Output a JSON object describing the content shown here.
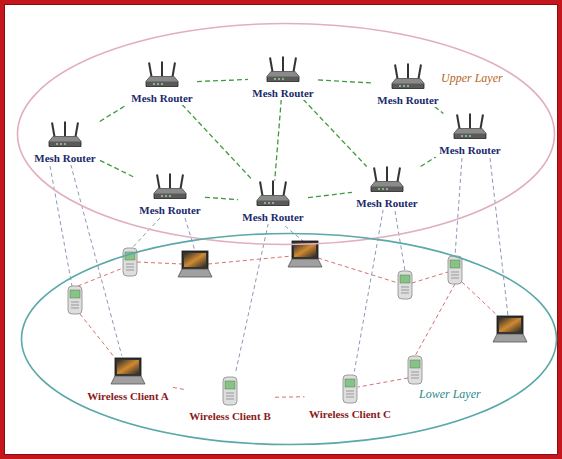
{
  "diagram": {
    "nodes": [
      {
        "text": [
          "Upper Layer"
        ]
      },
      {
        "text": [
          "Mesh Router"
        ],
        "in": 0
      },
      {
        "text": [
          "Mesh Router"
        ],
        "in": 0
      },
      {
        "text": [
          "Mesh Router"
        ],
        "in": 0
      },
      {
        "text": [
          "Mesh Router"
        ],
        "in": 0
      },
      {
        "text": [
          "Mesh Router"
        ],
        "in": 0
      },
      {
        "text": [
          "Mesh Router"
        ],
        "in": 0
      },
      {
        "text": [
          "Mesh Router"
        ],
        "in": 0
      },
      {
        "text": [
          "Mesh Router"
        ],
        "in": 0
      },
      {
        "text": [
          "Lower Layer"
        ]
      },
      {
        "text": [
          "Wireless Client A"
        ],
        "in": 9
      },
      {
        "text": [
          "Wireless Client B"
        ],
        "in": 9
      },
      {
        "text": [
          "Wireless Client C"
        ],
        "in": 9
      }
    ],
    "edges": [
      {
        "from": 4,
        "to": 1,
        "arrow": "none"
      },
      {
        "from": 1,
        "to": 2,
        "arrow": "none"
      },
      {
        "from": 2,
        "to": 3,
        "arrow": "none"
      },
      {
        "from": 3,
        "to": 5,
        "arrow": "none"
      },
      {
        "from": 4,
        "to": 6,
        "arrow": "none"
      },
      {
        "from": 6,
        "to": 7,
        "arrow": "none"
      },
      {
        "from": 7,
        "to": 8,
        "arrow": "none"
      },
      {
        "from": 8,
        "to": 5,
        "arrow": "none"
      },
      {
        "from": 1,
        "to": 7,
        "arrow": "none"
      },
      {
        "from": 2,
        "to": 7,
        "arrow": "none"
      },
      {
        "from": 2,
        "to": 8,
        "arrow": "none"
      },
      {
        "from": 4,
        "to": 10,
        "arrow": "none"
      },
      {
        "from": 7,
        "to": 11,
        "arrow": "none"
      },
      {
        "from": 8,
        "to": 12,
        "arrow": "none"
      },
      {
        "from": 10,
        "to": 11,
        "arrow": "none"
      },
      {
        "from": 11,
        "to": 12,
        "arrow": "none"
      }
    ]
  }
}
